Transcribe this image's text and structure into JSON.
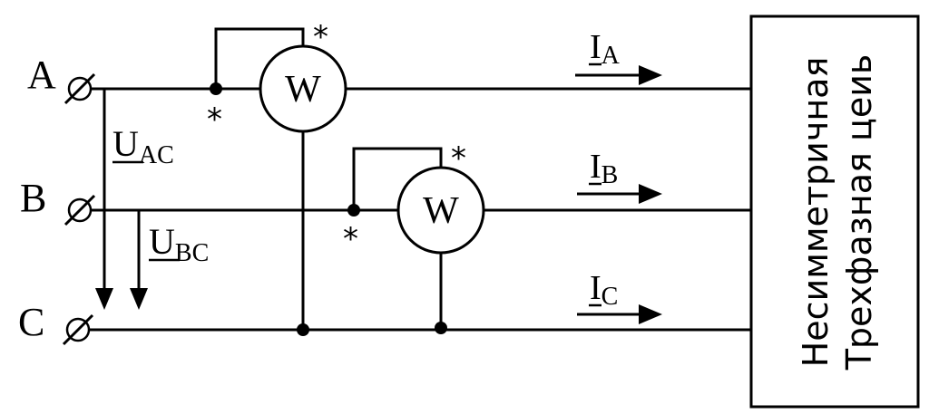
{
  "phases": {
    "a": "A",
    "b": "B",
    "c": "C"
  },
  "currents": {
    "a": {
      "main": "I",
      "sub": "A"
    },
    "b": {
      "main": "I",
      "sub": "B"
    },
    "c": {
      "main": "I",
      "sub": "C"
    }
  },
  "voltages": {
    "ac": {
      "main": "U",
      "sub": "AC"
    },
    "bc": {
      "main": "U",
      "sub": "BC"
    }
  },
  "wattmeters": {
    "w1": "W",
    "w2": "W"
  },
  "polarity_mark": "*",
  "load": {
    "line1": "Несимметричная",
    "line2": "Трехфазная цеиь"
  }
}
